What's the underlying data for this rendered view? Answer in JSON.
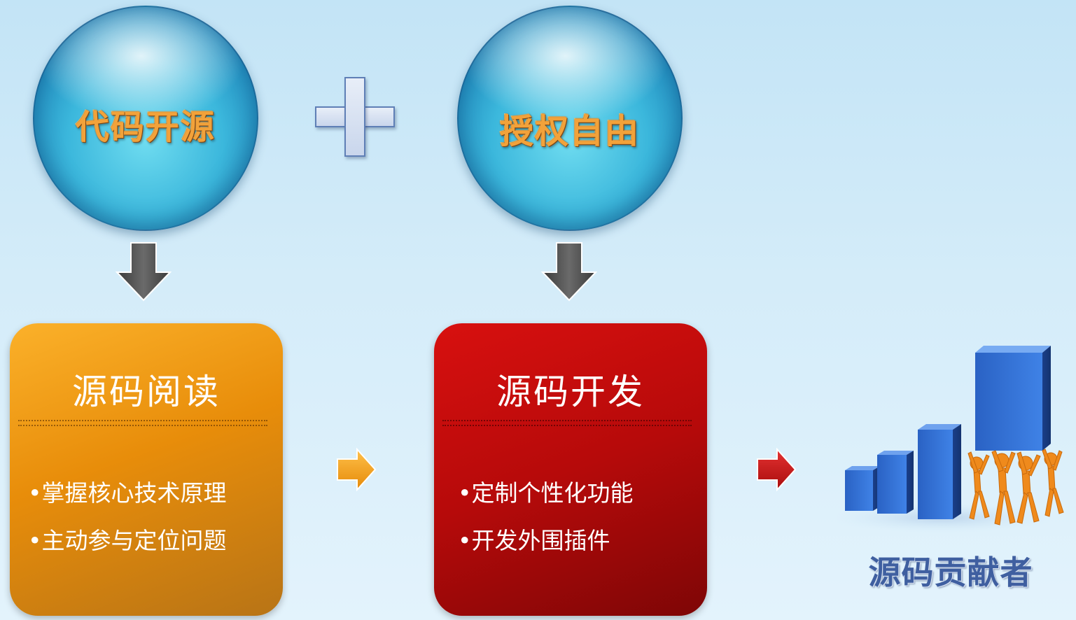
{
  "top": {
    "sphere_left_label": "代码开源",
    "sphere_right_label": "授权自由"
  },
  "boxes": {
    "left": {
      "title": "源码阅读",
      "bullets": [
        "•掌握核心技术原理",
        "•主动参与定位问题"
      ],
      "color": "#f0970f"
    },
    "right": {
      "title": "源码开发",
      "bullets": [
        "•定制个性化功能",
        "•开发外围插件"
      ],
      "color": "#c30b0b"
    }
  },
  "result": {
    "label": "源码贡献者",
    "bar_color": "#2e6fd0",
    "figure_color": "#ef8a1c"
  },
  "colors": {
    "background": "#d4ecf9",
    "sphere": "#3bb7dc",
    "down_arrow": "#5a5a5a",
    "arrow_orange": "#f7a31b",
    "arrow_red": "#c91515"
  }
}
